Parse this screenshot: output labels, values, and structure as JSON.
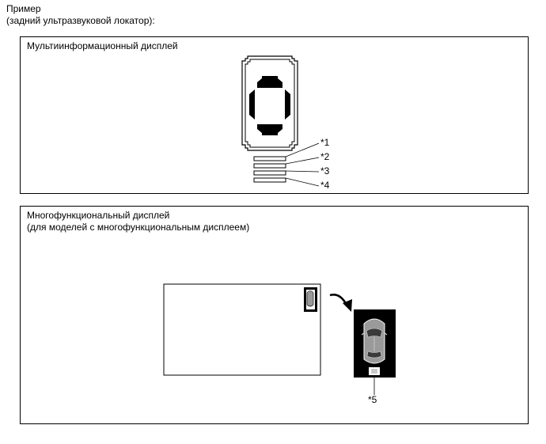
{
  "caption": {
    "line1": "Пример",
    "line2": "(задний ультразвуковой локатор):"
  },
  "panel_top": {
    "title": "Мультиинформационный дисплей",
    "callouts": [
      "*1",
      "*2",
      "*3",
      "*4"
    ]
  },
  "panel_bottom": {
    "title_line1": "Многофункциональный дисплей",
    "title_line2": "(для моделей с многофункциональным дисплеем)",
    "callout": "*5"
  }
}
